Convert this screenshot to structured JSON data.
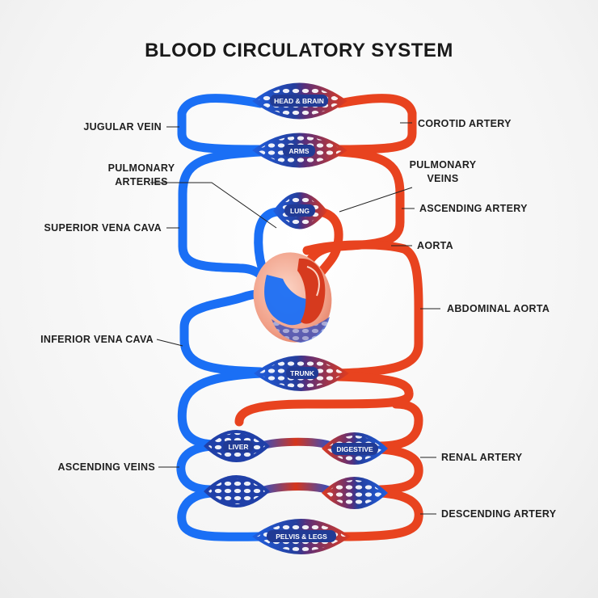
{
  "title": "BLOOD CIRCULATORY SYSTEM",
  "colors": {
    "vein": "#1a6ff5",
    "artery": "#e8431f",
    "capillary_bg": "#1f3f9a",
    "heart": "#f2a48c",
    "text": "#1f1f1f"
  },
  "organs": {
    "head_brain": "HEAD & BRAIN",
    "arms": "ARMS",
    "lung": "LUNG",
    "trunk": "TRUNK",
    "liver": "LIVER",
    "digestive": "DIGESTIVE",
    "kidneys": "",
    "pelvis_legs": "PELVIS & LEGS"
  },
  "labels_left": {
    "jugular_vein": "JUGULAR VEIN",
    "pulmonary_arteries_1": "PULMONARY",
    "pulmonary_arteries_2": "ARTERIES",
    "superior_vena_cava": "SUPERIOR VENA CAVA",
    "inferior_vena_cava": "INFERIOR VENA CAVA",
    "ascending_veins": "ASCENDING VEINS"
  },
  "labels_right": {
    "corotid_artery": "COROTID ARTERY",
    "pulmonary_veins_1": "PULMONARY",
    "pulmonary_veins_2": "VEINS",
    "ascending_artery": "ASCENDING ARTERY",
    "aorta": "AORTA",
    "abdominal_aorta": "ABDOMINAL AORTA",
    "renal_artery": "RENAL ARTERY",
    "descending_artery": "DESCENDING ARTERY"
  }
}
